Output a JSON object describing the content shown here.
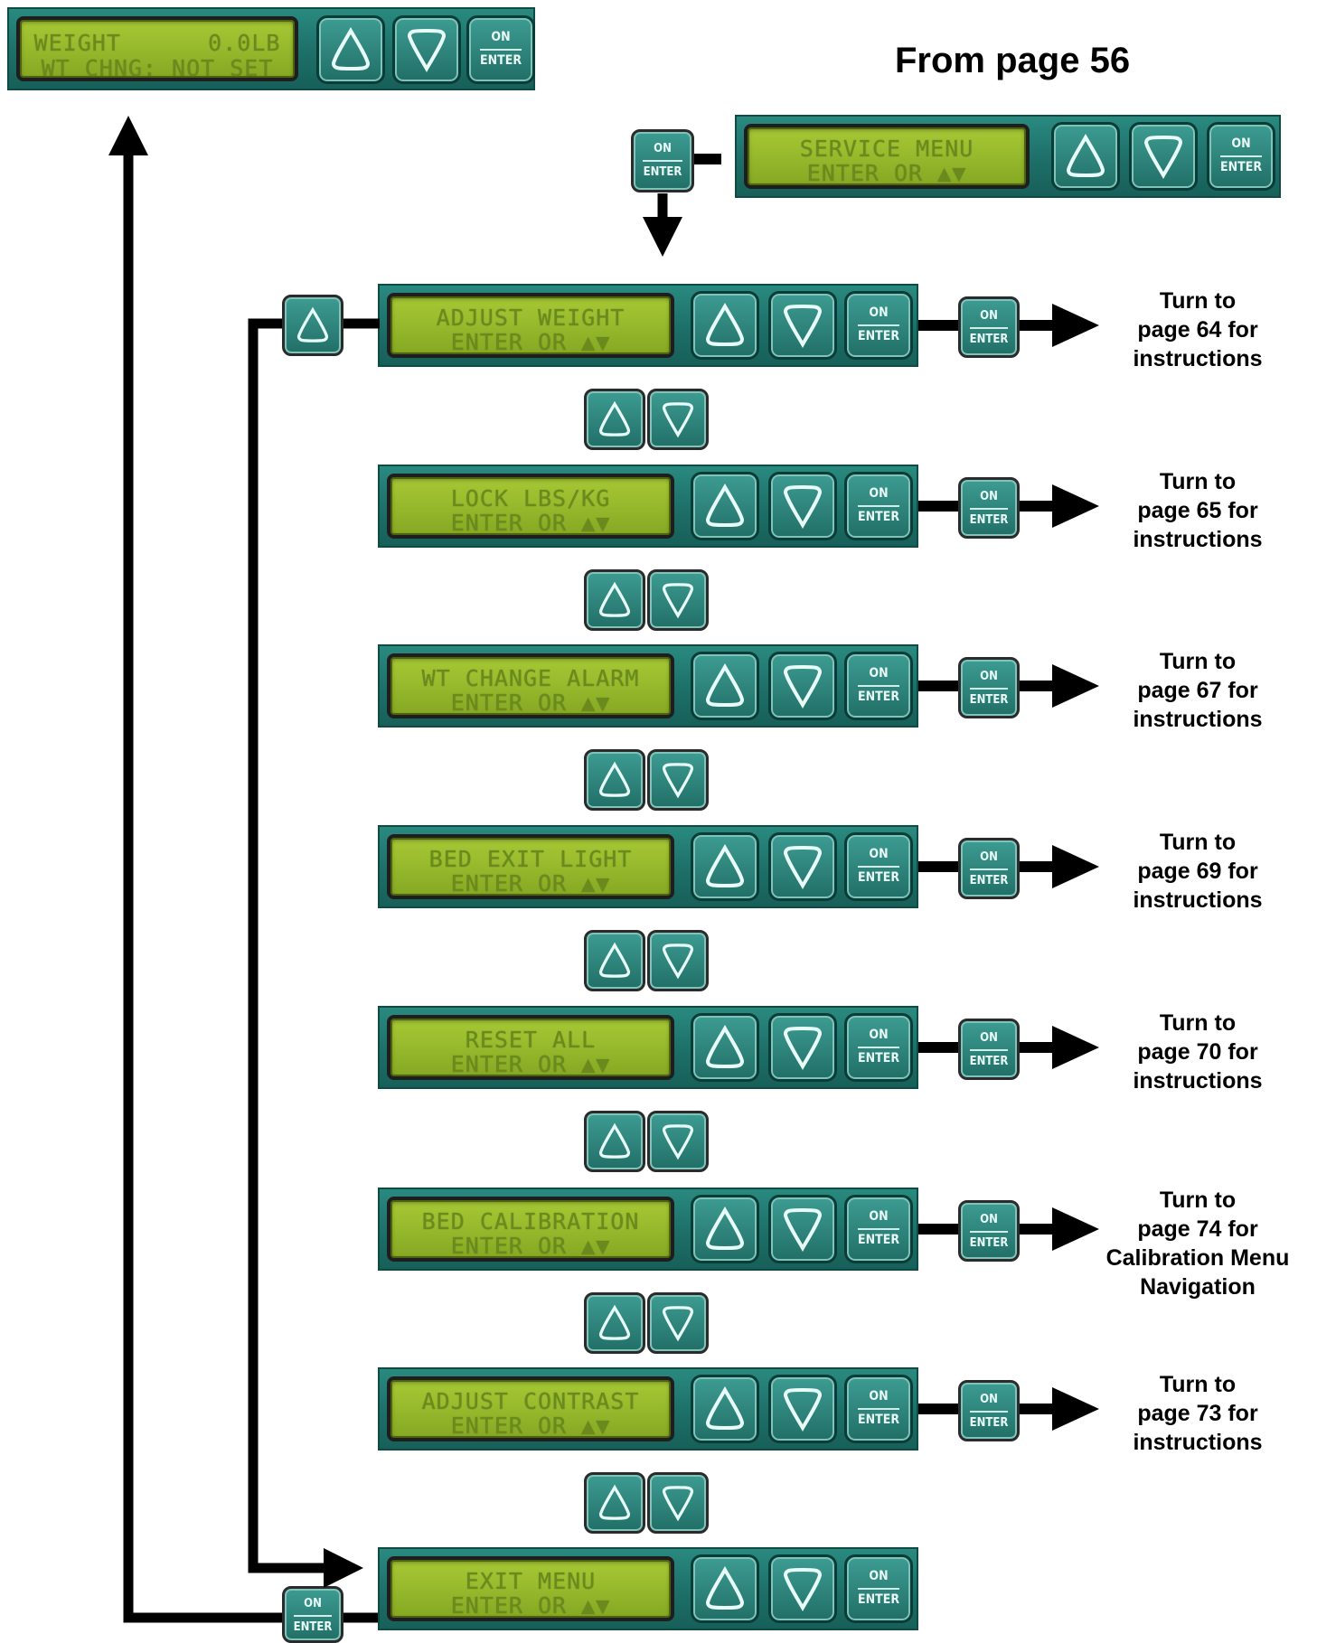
{
  "header": {
    "from_page": "From page 56"
  },
  "status_display": {
    "line1": "WEIGHT      0.0LB",
    "line2": "WT CHNG: NOT SET"
  },
  "service_menu": {
    "line1": "SERVICE MENU",
    "line2": "ENTER OR ▲▼"
  },
  "keys": {
    "on": "ON",
    "enter": "ENTER"
  },
  "menu_items": [
    {
      "line1": "ADJUST WEIGHT",
      "line2": "ENTER OR ▲▼",
      "note": [
        "Turn to",
        "page 64 for",
        "instructions"
      ]
    },
    {
      "line1": "LOCK LBS/KG",
      "line2": "ENTER OR ▲▼",
      "note": [
        "Turn to",
        "page 65 for",
        "instructions"
      ]
    },
    {
      "line1": "WT CHANGE ALARM",
      "line2": "ENTER OR ▲▼",
      "note": [
        "Turn to",
        "page 67 for",
        "instructions"
      ]
    },
    {
      "line1": "BED EXIT LIGHT",
      "line2": "ENTER OR ▲▼",
      "note": [
        "Turn to",
        "page 69 for",
        "instructions"
      ]
    },
    {
      "line1": "RESET ALL",
      "line2": "ENTER OR ▲▼",
      "note": [
        "Turn to",
        "page 70 for",
        "instructions"
      ]
    },
    {
      "line1": "BED CALIBRATION",
      "line2": "ENTER OR ▲▼",
      "note": [
        "Turn to",
        "page 74 for",
        "Calibration Menu",
        "Navigation"
      ]
    },
    {
      "line1": "ADJUST CONTRAST",
      "line2": "ENTER OR ▲▼",
      "note": [
        "Turn to",
        "page 73 for",
        "instructions"
      ]
    },
    {
      "line1": "EXIT MENU",
      "line2": "ENTER OR ▲▼",
      "note": []
    }
  ],
  "colors": {
    "panel": "#1d6f68",
    "lcd": "#97b82c",
    "lcd_text": "#6b8a1e",
    "arrow": "#000000"
  }
}
